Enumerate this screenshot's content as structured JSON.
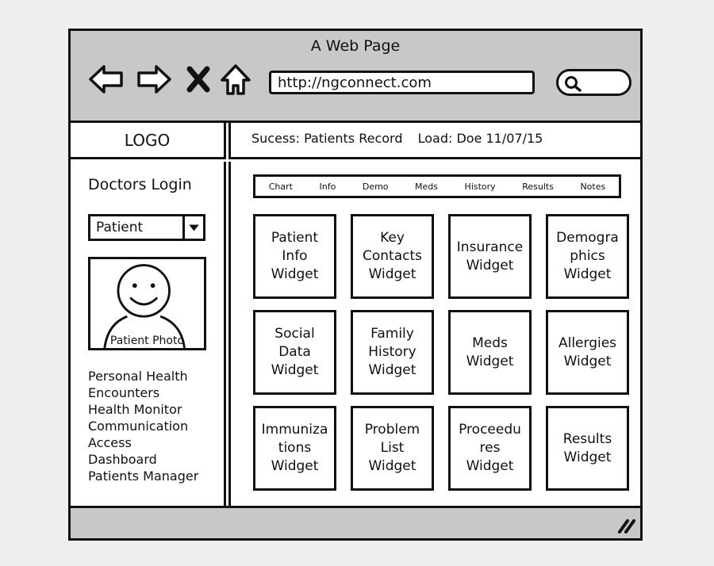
{
  "window": {
    "title": "A Web Page"
  },
  "browser": {
    "url": "http://ngconnect.com",
    "icons": [
      "back-arrow-icon",
      "forward-arrow-icon",
      "close-x-icon",
      "home-icon",
      "search-icon"
    ]
  },
  "header": {
    "logo": "LOGO",
    "status_message": "Sucess: Patients Record",
    "load_message": "Load: Doe 11/07/15"
  },
  "sidebar": {
    "title": "Doctors Login",
    "patient_select": "Patient",
    "photo_label": "Patient Photo",
    "links": [
      "Personal Health",
      "Encounters",
      "Health Monitor",
      "Communication",
      "Access",
      "Dashboard",
      "Patients Manager"
    ]
  },
  "tabs": [
    "Chart",
    "Info",
    "Demo",
    "Meds",
    "History",
    "Results",
    "Notes"
  ],
  "widgets": [
    "Patient\nInfo\nWidget",
    "Key\nContacts\nWidget",
    "Insurance\nWidget",
    "Demogra\nphics\nWidget",
    "Social\nData\nWidget",
    "Family\nHistory\nWidget",
    "Meds\nWidget",
    "Allergies\nWidget",
    "Immuniza\ntions\nWidget",
    "Problem\nList\nWidget",
    "Proceedu\nres\nWidget",
    "Results\nWidget"
  ]
}
